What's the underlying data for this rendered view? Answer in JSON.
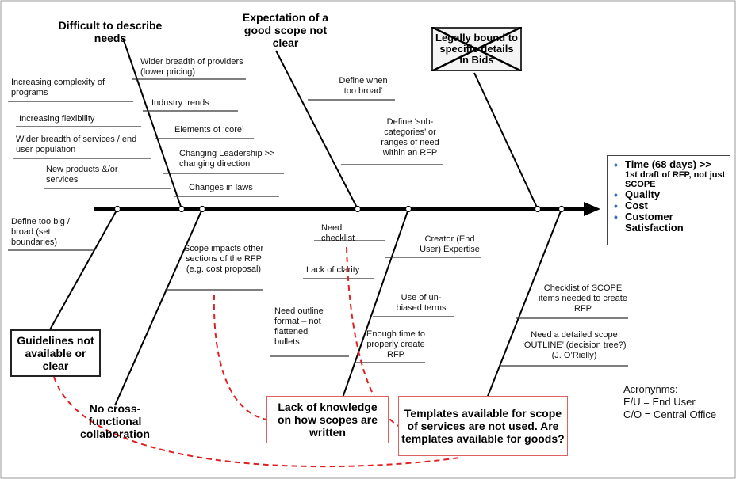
{
  "categories": {
    "difficult_needs": "Difficult to describe needs",
    "expectation": "Expectation of a good scope not clear",
    "legally_bound": "Legally bound to specific details in Bids",
    "guidelines": "Guidelines not available or clear",
    "no_cross": "No cross-functional collaboration",
    "lack_knowledge": "Lack of knowledge on how scopes are written",
    "templates": "Templates available for scope of services are not used.  Are templates available for goods?"
  },
  "causes": {
    "wider_breadth_providers": "Wider breadth of providers (lower pricing)",
    "increasing_complexity": "Increasing complexity of programs",
    "industry_trends": "Industry trends",
    "increasing_flexibility": "Increasing flexibility",
    "elements_core": "Elements of ‘core’",
    "wider_breadth_services": "Wider breadth of services / end user population",
    "changing_leadership": "Changing Leadership >> changing direction",
    "new_products": "New products &/or services",
    "changes_laws": "Changes in laws",
    "define_when_broad": "Define when too broad'",
    "define_subcategories": "Define ‘sub-categories’ or ranges of need within an RFP",
    "define_too_big": "Define too big / broad (set boundaries)",
    "scope_impacts": "Scope impacts other sections of the RFP (e.g. cost proposal)",
    "need_checklist": "Need checklist",
    "creator_expertise": "Creator (End User) Expertise",
    "lack_clarity": "Lack of clarity",
    "unbiased_terms": "Use of un-biased terms",
    "need_outline": "Need outline format – not flattened bullets",
    "enough_time": "Enough time to properly create RFP",
    "checklist_scope": "Checklist of SCOPE items needed to create RFP",
    "detailed_outline": "Need a detailed scope ‘OUTLINE’ (decision tree?) (J. O’Rielly)"
  },
  "effect": {
    "time_main": "Time (68 days) >>",
    "time_sub": "1st draft of RFP, not just SCOPE",
    "quality": "Quality",
    "cost": "Cost",
    "customer_satisfaction": "Customer Satisfaction"
  },
  "acronyms": {
    "title": "Acronynms:",
    "eu": "E/U = End User",
    "co": "C/O = Central Office"
  },
  "colors": {
    "spine": "#000000",
    "dashed": "#e02020",
    "bullet": "#3b6fb6",
    "red_border": "#e06060"
  }
}
